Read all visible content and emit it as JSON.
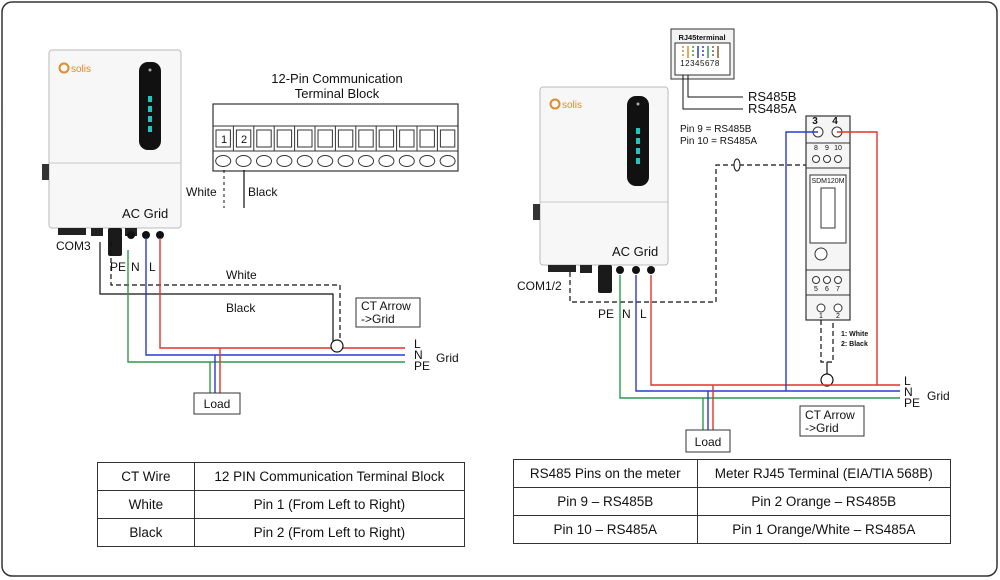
{
  "brand": "solis",
  "left": {
    "terminal_title_1": "12-Pin Communication",
    "terminal_title_2": "Terminal Block",
    "pin1": "1",
    "pin2": "2",
    "white_label": "White",
    "black_label": "Black",
    "ac_grid": "AC Grid",
    "com": "COM3",
    "pe": "PE",
    "n": "N",
    "l": "L",
    "white_wire": "White",
    "black_wire": "Black",
    "ct_line1": "CT Arrow",
    "ct_line2": "->Grid",
    "grid_l": "L",
    "grid_n": "N",
    "grid_pe": "PE",
    "grid": "Grid",
    "load": "Load"
  },
  "right": {
    "rj45_title": "RJ45terminal",
    "rj45_pins": "12345678",
    "rs485b": "RS485B",
    "rs485a": "RS485A",
    "pin9": "Pin 9 = RS485B",
    "pin10": "Pin 10 = RS485A",
    "ac_grid": "AC Grid",
    "com": "COM1/2",
    "pe": "PE",
    "n": "N",
    "l": "L",
    "meter_model": "SDM120M",
    "t3": "3",
    "t4": "4",
    "t8": "8",
    "t9": "9",
    "t10": "10",
    "t5": "5",
    "t6": "6",
    "t7": "7",
    "t1": "1",
    "t2": "2",
    "ct_white": "1: White",
    "ct_black": "2: Black",
    "grid_l": "L",
    "grid_n": "N",
    "grid_pe": "PE",
    "grid": "Grid",
    "ct_line1": "CT Arrow",
    "ct_line2": "->Grid",
    "load": "Load"
  },
  "table_left": {
    "headers": [
      "CT Wire",
      "12 PIN Communication Terminal Block"
    ],
    "rows": [
      [
        "White",
        "Pin 1 (From Left to Right)"
      ],
      [
        "Black",
        "Pin 2 (From Left to Right)"
      ]
    ]
  },
  "table_right": {
    "headers": [
      "RS485 Pins on the meter",
      "Meter RJ45 Terminal (EIA/TIA 568B)"
    ],
    "rows": [
      [
        "Pin 9 – RS485B",
        "Pin 2 Orange – RS485B"
      ],
      [
        "Pin 10 – RS485A",
        "Pin 1 Orange/White – RS485A"
      ]
    ]
  },
  "colors": {
    "l": "#e0342a",
    "n": "#2a3bd0",
    "pe": "#2f9a4a",
    "frame": "#333333"
  }
}
